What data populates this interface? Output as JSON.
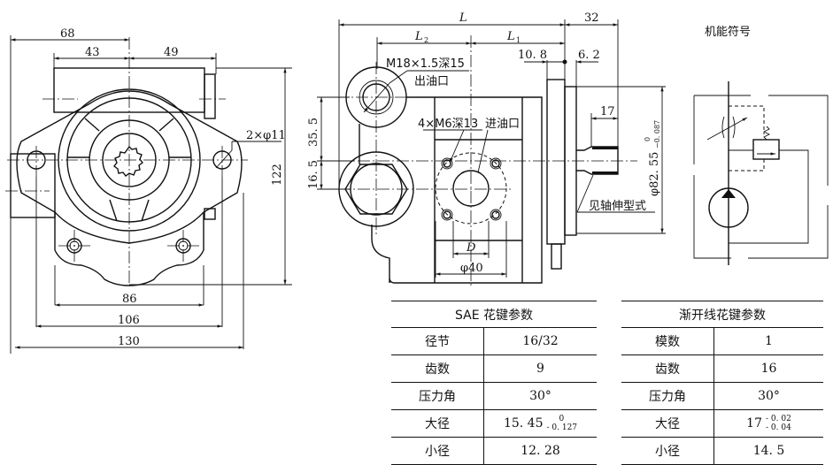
{
  "front_view": {
    "dims": {
      "d68": "68",
      "d43": "43",
      "d49": "49",
      "d86": "86",
      "d106": "106",
      "d130": "130",
      "d122": "122",
      "holes": "2×φ11"
    }
  },
  "side_view": {
    "dims": {
      "L": "L",
      "L1": "L",
      "L1_sub": "1",
      "L2": "L",
      "L2_sub": "2",
      "d32": "32",
      "d10_8": "10. 8",
      "d6_2": "6. 2",
      "d17": "17",
      "d35_5": "35. 5",
      "d16_5": "16. 5",
      "D": "D",
      "phi40": "φ40",
      "phi82": "φ82. 55",
      "phi82_upper": "0",
      "phi82_lower": "−0. 087"
    },
    "labels": {
      "outlet_thread": "M18×1.5深15",
      "outlet": "出油口",
      "inlet_bolts": "4×M6深13",
      "inlet": "进油口",
      "shaft_note": "见轴伸型式"
    }
  },
  "symbol": {
    "title": "机能符号"
  },
  "sae_table": {
    "title": "SAE 花键参数",
    "rows": [
      {
        "key": "径节",
        "value": "16/32"
      },
      {
        "key": "齿数",
        "value": "9"
      },
      {
        "key": "压力角",
        "value": "30°"
      },
      {
        "key": "大径",
        "value": "15. 45",
        "tol_upper": "0",
        "tol_lower": "- 0. 127"
      },
      {
        "key": "小径",
        "value": "12. 28"
      }
    ]
  },
  "involute_table": {
    "title": "渐开线花键参数",
    "rows": [
      {
        "key": "模数",
        "value": "1"
      },
      {
        "key": "齿数",
        "value": "16"
      },
      {
        "key": "压力角",
        "value": "30°"
      },
      {
        "key": "大径",
        "value": "17",
        "tol_upper": "- 0. 02",
        "tol_lower": "- 0. 04"
      },
      {
        "key": "小径",
        "value": "14. 5"
      }
    ]
  }
}
